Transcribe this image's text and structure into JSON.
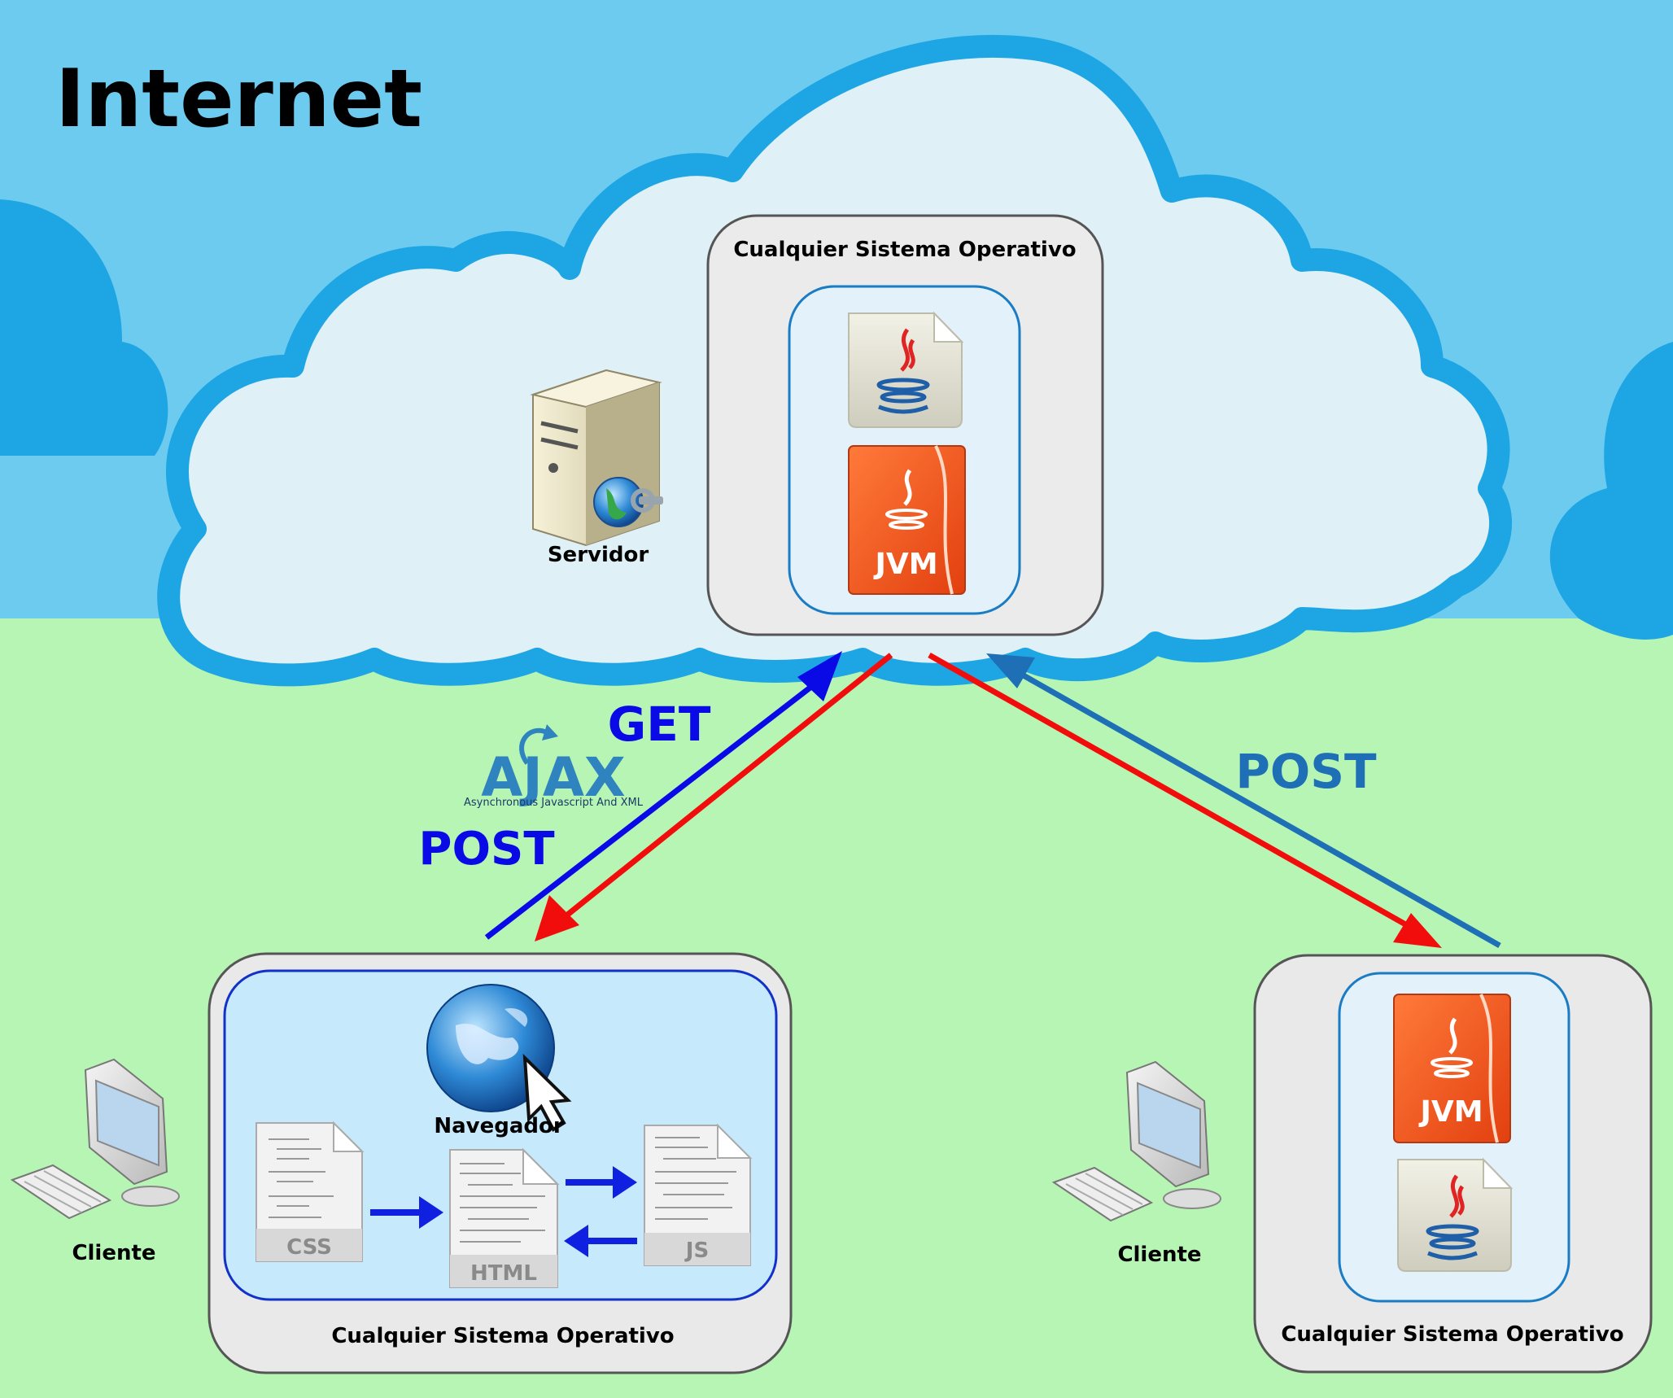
{
  "title": "Internet",
  "server": {
    "label": "Servidor",
    "os_label": "Cualquier Sistema Operativo",
    "java_icon": "java-file-icon",
    "jvm_label": "JVM"
  },
  "left_client": {
    "label": "Cliente",
    "os_label": "Cualquier Sistema Operativo",
    "browser_label": "Navegador",
    "css_label": "CSS",
    "html_label": "HTML",
    "js_label": "JS"
  },
  "right_client": {
    "label": "Cliente",
    "os_label": "Cualquier Sistema Operativo",
    "jvm_label": "JVM"
  },
  "arrows": {
    "get": "GET",
    "post_left": "POST",
    "post_right": "POST",
    "ajax_logo": "AJAX",
    "ajax_sub": "Asynchronous Javascript And XML"
  },
  "colors": {
    "sky": "#6ecbf0",
    "ground": "#b7f5b4",
    "cloud_outline": "#1ea6e4",
    "cloud_fill": "#dff0f6",
    "request_blue": "#0a0ae6",
    "request_steel": "#1e6fb5",
    "response_red": "#f20d0d",
    "jvm_orange": "#f25a1e"
  }
}
